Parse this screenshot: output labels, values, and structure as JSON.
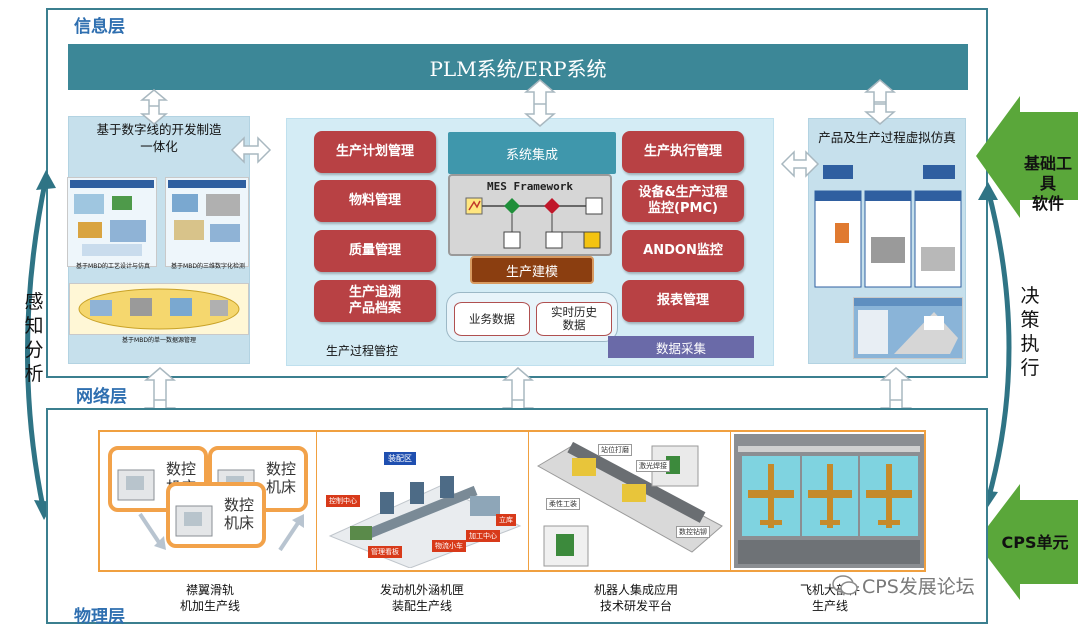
{
  "layers": {
    "info": "信息层",
    "network": "网络层",
    "physical": "物理层"
  },
  "plm_bar": "PLM系统/ERP系统",
  "left_panel": {
    "title_line1": "基于数字线的开发制造",
    "title_line2": "一体化",
    "caption_a": "基于MBD的工艺设计与仿真",
    "caption_b": "基于MBD的三维数字化检测",
    "caption_c": "基于MBD的单一数据源管理"
  },
  "center_panel": {
    "left_buttons": [
      "生产计划管理",
      "物料管理",
      "质量管理",
      "生产追溯\n产品档案"
    ],
    "right_buttons": [
      "生产执行管理",
      "设备&生产过程\n监控(PMC)",
      "ANDON监控",
      "报表管理"
    ],
    "system_integration": "系统集成",
    "mes_framework": "MES Framework",
    "production_modeling": "生产建模",
    "db_business": "业务数据",
    "db_realtime": "实时历史\n数据",
    "data_collection": "数据采集",
    "footer": "生产过程管控"
  },
  "right_panel": {
    "title": "产品及生产过程虚拟仿真"
  },
  "side": {
    "tools_label": "基础工具\n软件",
    "cps_label": "CPS单元",
    "perceive": [
      "感",
      "知",
      "分",
      "析"
    ],
    "decide": [
      "决",
      "策",
      "执",
      "行"
    ]
  },
  "physical": {
    "nc_label": "数控\n机床",
    "cells": [
      {
        "label": "襟翼滑轨\n机加生产线"
      },
      {
        "label": "发动机外涵机匣\n装配生产线"
      },
      {
        "label": "机器人集成应用\n技术研发平台"
      },
      {
        "label": "飞机大部件\n生产线"
      }
    ],
    "factory_tags": [
      "装配区",
      "控制中心",
      "立库",
      "加工中心",
      "物流小车",
      "管理看板"
    ],
    "robot_tags": [
      "站位打磨",
      "激光焊接",
      "数控钻铆",
      "柔性工装"
    ]
  },
  "watermark": "CPS发展论坛",
  "colors": {
    "frame": "#3b7f8f",
    "plm": "#3c8797",
    "red": "#b84144",
    "teal": "#3f97ac",
    "brown": "#8b3e10",
    "purple": "#6a6aa8",
    "green": "#5aa73a",
    "orange": "#f2a24a",
    "layer_title": "#2f6fb0"
  }
}
